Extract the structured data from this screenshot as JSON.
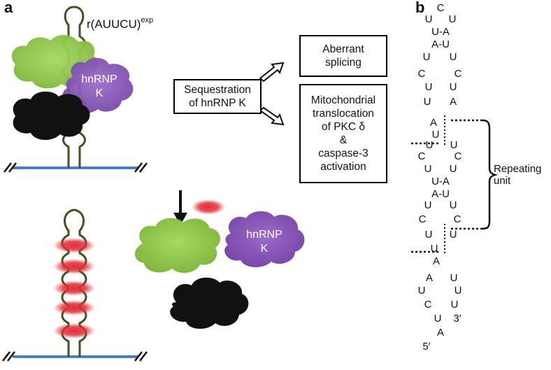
{
  "panel_a": {
    "label": "a",
    "rna_label": "r(AUUCU)",
    "rna_label_sup": "exp",
    "protein_label": "hnRNP\nK",
    "protein_label_free": "hnRNP\nK",
    "sequestration_box": "Sequestration\nof hnRNP K",
    "outcome_box_1": "Aberrant\nsplicing",
    "outcome_box_2": "Mitochondrial\ntranslocation\nof PKC δ\n&\ncaspase-3\nactivation",
    "colors": {
      "stem": "#3f5320",
      "backbone": "#4a7fbf",
      "green_protein": "#92c94f",
      "purple_protein": "#8456b8",
      "black_protein": "#111111",
      "small_molecule": "#e0303a"
    }
  },
  "panel_b": {
    "label": "b",
    "repeating_unit_label": "Repeating\nunit",
    "nucleotides": [
      {
        "t": "C"
      },
      {
        "t": "U"
      },
      {
        "t": "U"
      },
      {
        "t": "U-A"
      },
      {
        "t": "A-U"
      },
      {
        "t": "U"
      },
      {
        "t": "U"
      },
      {
        "t": "C"
      },
      {
        "t": "C"
      },
      {
        "t": "U"
      },
      {
        "t": "U"
      },
      {
        "t": "U"
      },
      {
        "t": "A"
      },
      {
        "t": "A"
      },
      {
        "t": "U"
      },
      {
        "t": "U"
      },
      {
        "t": "U"
      },
      {
        "t": "C"
      },
      {
        "t": "C"
      },
      {
        "t": "U"
      },
      {
        "t": "U"
      },
      {
        "t": "U-A"
      },
      {
        "t": "A-U"
      },
      {
        "t": "U"
      },
      {
        "t": "U"
      },
      {
        "t": "C"
      },
      {
        "t": "C"
      },
      {
        "t": "U"
      },
      {
        "t": "U"
      },
      {
        "t": "U"
      },
      {
        "t": "A"
      },
      {
        "t": "A"
      },
      {
        "t": "U"
      },
      {
        "t": "U"
      },
      {
        "t": "U"
      },
      {
        "t": "C"
      },
      {
        "t": "U"
      },
      {
        "t": "U"
      },
      {
        "t": "3′"
      },
      {
        "t": "A"
      },
      {
        "t": "5′"
      }
    ]
  }
}
